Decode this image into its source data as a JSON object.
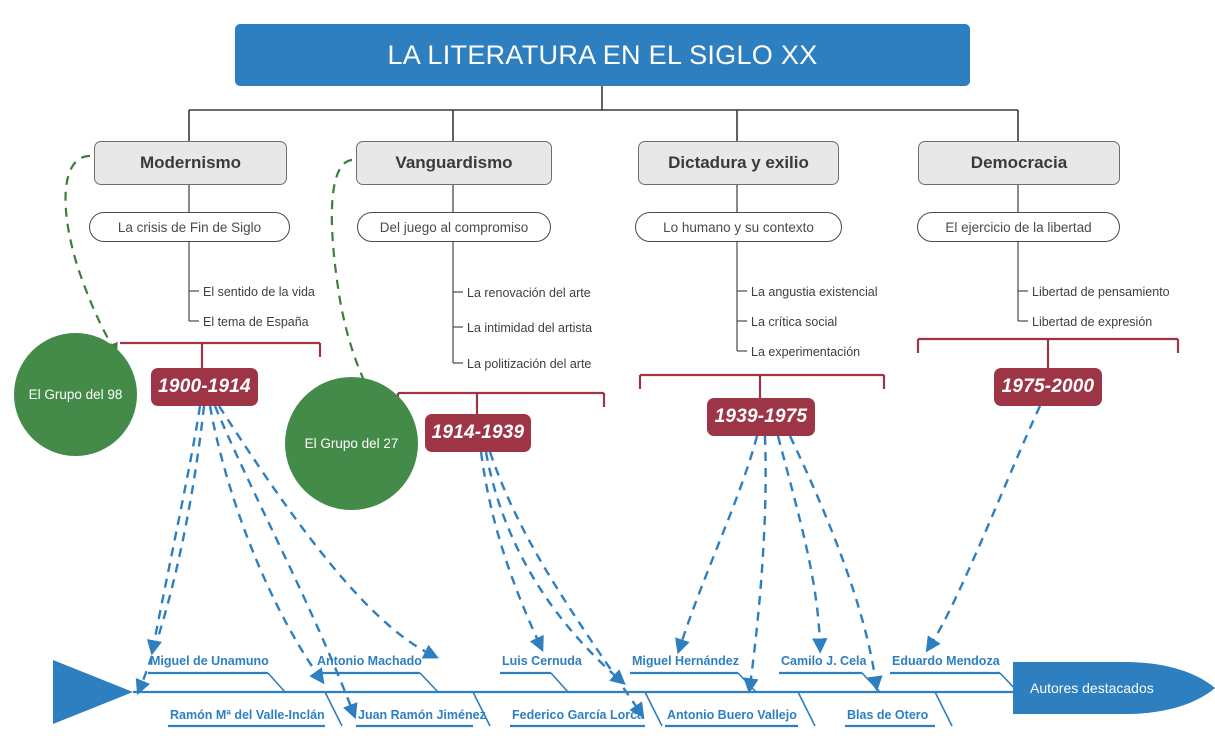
{
  "title": "LA LITERATURA EN EL SIGLO XX",
  "colors": {
    "blue": "#2E7FC0",
    "green": "#448A48",
    "red": "#9E3546",
    "box_fill": "#E8E8E8",
    "box_stroke": "#6E6E6E"
  },
  "branches": [
    {
      "name": "Modernismo",
      "subtitle": "La crisis de Fin de Siglo",
      "leaves": [
        "El sentido de la vida",
        "El tema de España"
      ],
      "period": "1900-1914",
      "group": "El Grupo del 98"
    },
    {
      "name": "Vanguardismo",
      "subtitle": "Del juego al compromiso",
      "leaves": [
        "La renovación del arte",
        "La intimidad del artista",
        "La politización del arte"
      ],
      "period": "1914-1939",
      "group": "El Grupo del 27"
    },
    {
      "name": "Dictadura y exilio",
      "subtitle": "Lo humano y su contexto",
      "leaves": [
        "La angustia existencial",
        "La crítica social",
        "La experimentación"
      ],
      "period": "1939-1975",
      "group": null
    },
    {
      "name": "Democracia",
      "subtitle": "El ejercicio de la libertad",
      "leaves": [
        "Libertad de pensamiento",
        "Libertad de expresión"
      ],
      "period": "1975-2000",
      "group": null
    }
  ],
  "timeline": {
    "banner_label": "Autores destacados",
    "authors_top": [
      "Miguel de Unamuno",
      "Antonio Machado",
      "Luis Cernuda",
      "Miguel Hernández",
      "Camilo J. Cela",
      "Eduardo Mendoza"
    ],
    "authors_bottom": [
      "Ramón Mª del Valle-Inclán",
      "Juan Ramón Jiménez",
      "Federico García Lorca",
      "Antonio Buero Vallejo",
      "Blas de Otero"
    ]
  }
}
